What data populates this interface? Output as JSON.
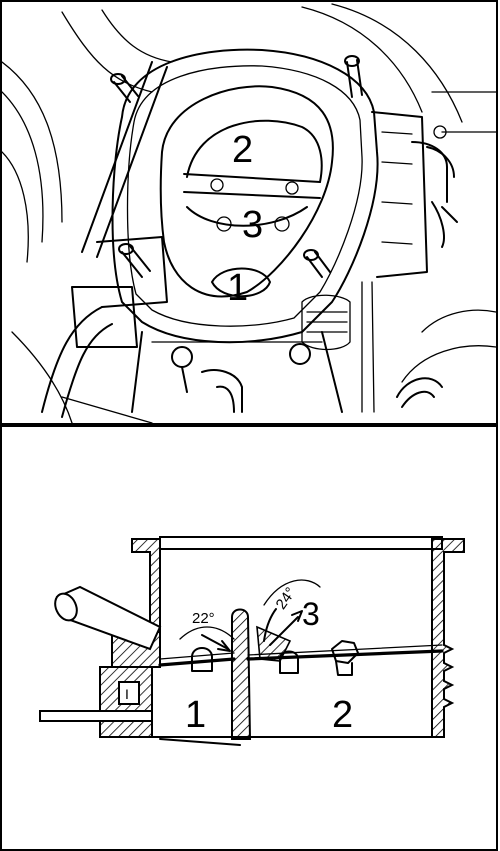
{
  "top_view": {
    "labels": {
      "plate_2": "2",
      "plate_3": "3",
      "plate_1": "1"
    }
  },
  "section_view": {
    "labels": {
      "chamber_1": "1",
      "chamber_2": "2",
      "callout_3": "3",
      "small_mark": "I"
    },
    "angles": {
      "left": "22°",
      "right": "24°"
    }
  }
}
